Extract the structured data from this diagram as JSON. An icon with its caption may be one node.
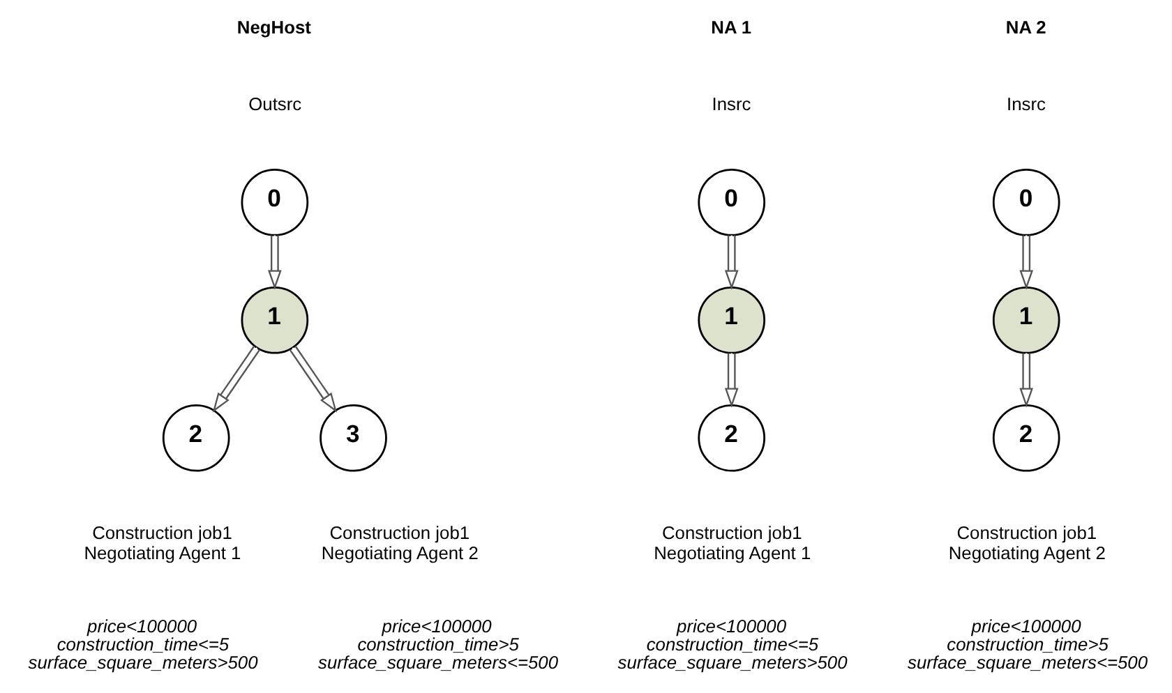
{
  "diagram": {
    "nodes": [
      {
        "text": [
          "0"
        ],
        "beside": [
          "NegHost",
          "Outsrc"
        ]
      },
      {
        "text": [
          "1"
        ]
      },
      {
        "text": [
          "2"
        ],
        "beside": [
          "Construction job1 Negotiating Agent 1",
          "price<100000 construction_time<=5 surface_square_meters>500"
        ]
      },
      {
        "text": [
          "3"
        ],
        "beside": [
          "Construction job1 Negotiating Agent 2",
          "price<100000 construction_time>5 surface_square_meters<=500"
        ]
      },
      {
        "text": [
          "0"
        ],
        "beside": [
          "NA 1",
          "Insrc"
        ]
      },
      {
        "text": [
          "1"
        ]
      },
      {
        "text": [
          "2"
        ],
        "beside": [
          "Construction job1 Negotiating Agent 1",
          "price<100000 construction_time<=5 surface_square_meters>500"
        ]
      },
      {
        "text": [
          "0"
        ],
        "beside": [
          "NA 2",
          "Insrc"
        ]
      },
      {
        "text": [
          "1"
        ]
      },
      {
        "text": [
          "2"
        ],
        "beside": [
          "Construction job1 Negotiating Agent 2",
          "price<100000 construction_time>5 surface_square_meters<=500"
        ]
      }
    ],
    "edges": [
      {
        "from": 0,
        "to": 1,
        "arrow": "to"
      },
      {
        "from": 1,
        "to": 2,
        "arrow": "to"
      },
      {
        "from": 1,
        "to": 3,
        "arrow": "to"
      },
      {
        "from": 4,
        "to": 5,
        "arrow": "to"
      },
      {
        "from": 5,
        "to": 6,
        "arrow": "to"
      },
      {
        "from": 7,
        "to": 8,
        "arrow": "to"
      },
      {
        "from": 8,
        "to": 9,
        "arrow": "to"
      }
    ]
  }
}
